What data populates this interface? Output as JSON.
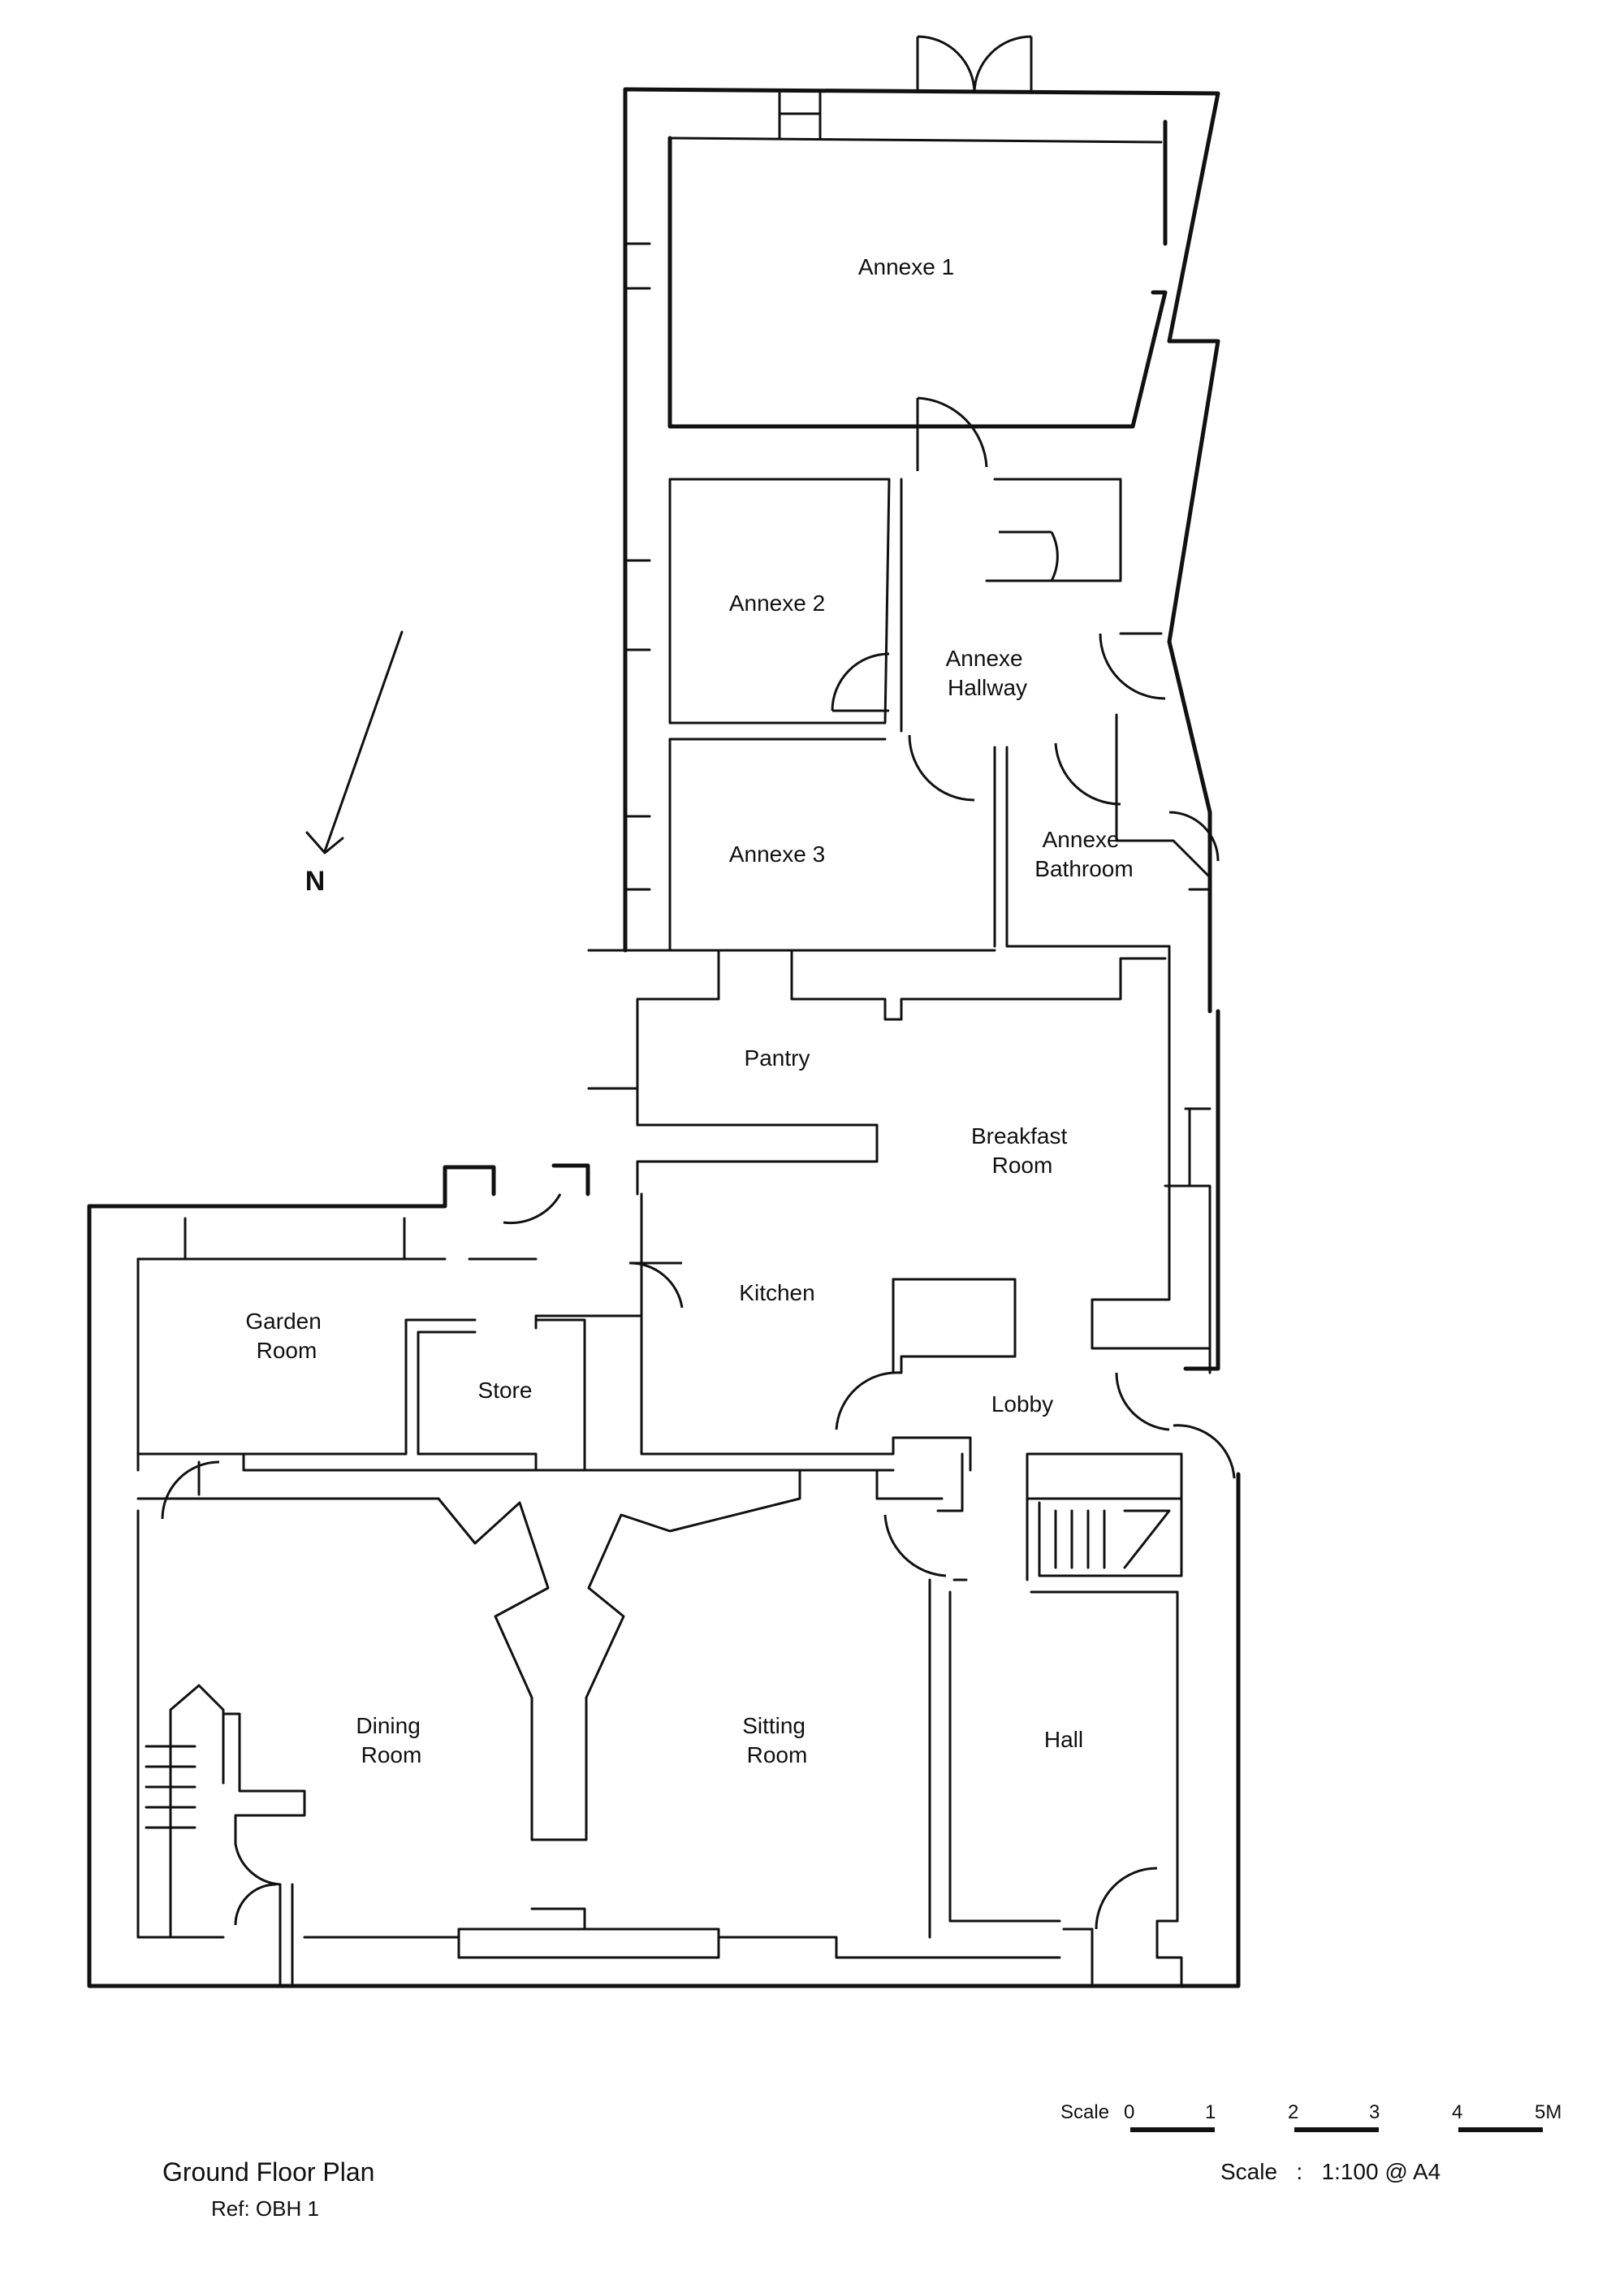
{
  "rooms": {
    "annexe_1": "Annexe 1",
    "annexe_2": "Annexe 2",
    "annexe_hallway": [
      "Annexe",
      "Hallway"
    ],
    "annexe_3": "Annexe 3",
    "annexe_bathroom": [
      "Annexe",
      "Bathroom"
    ],
    "pantry": "Pantry",
    "breakfast_room": [
      "Breakfast",
      "Room"
    ],
    "kitchen": "Kitchen",
    "garden_room": [
      "Garden",
      "Room"
    ],
    "store": "Store",
    "lobby": "Lobby",
    "dining_room": [
      "Dining",
      "Room"
    ],
    "sitting_room": [
      "Sitting",
      "Room"
    ],
    "hall": "Hall"
  },
  "north_arrow": {
    "label": "N"
  },
  "scale_bar": {
    "prefix": "Scale",
    "ticks": [
      "0",
      "1",
      "2",
      "3",
      "4",
      "5M"
    ]
  },
  "title_block": {
    "title": "Ground Floor Plan",
    "ref": "Ref: OBH 1",
    "scale_label": "Scale   :   1:100 @ A4"
  }
}
